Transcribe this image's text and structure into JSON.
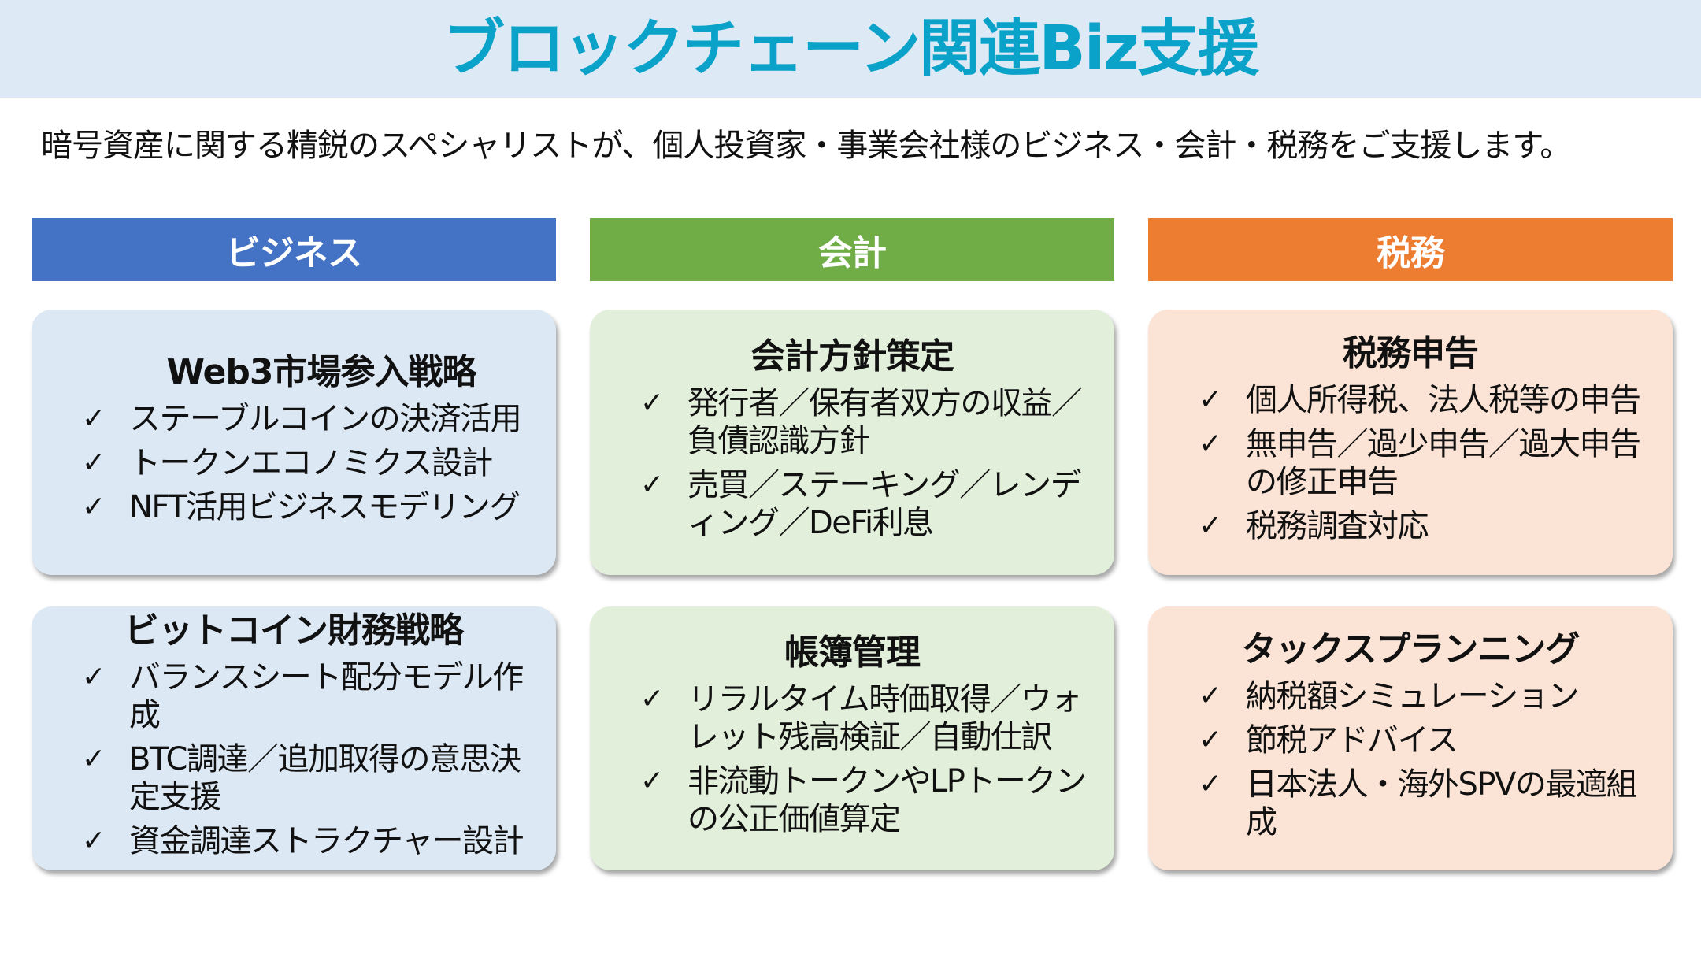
{
  "header": {
    "title": "ブロックチェーン関連Biz支援",
    "subtitle": "暗号資産に関する精鋭のスペシャリストが、個人投資家・事業会社様のビジネス・会計・税務をご支援します。"
  },
  "colors": {
    "title": "#0AA2C8",
    "title_band": "#DDEAF6",
    "business": "#4472C4",
    "accounting": "#70AD47",
    "tax": "#ED7D31",
    "business_card": "#DDE8F5",
    "accounting_card": "#E2EFDA",
    "tax_card": "#FBE4D6"
  },
  "check_icon": "✓",
  "columns": [
    {
      "label": "ビジネス",
      "cards": [
        {
          "title": "Web3市場参入戦略",
          "items": [
            "ステーブルコインの決済活用",
            "トークンエコノミクス設計",
            "NFT活用ビジネスモデリング"
          ]
        },
        {
          "title": "ビットコイン財務戦略",
          "items": [
            "バランスシート配分モデル作成",
            "BTC調達／追加取得の意思決定支援",
            "資金調達ストラクチャー設計"
          ]
        }
      ]
    },
    {
      "label": "会計",
      "cards": [
        {
          "title": "会計方針策定",
          "items": [
            "発行者／保有者双方の収益／負債認識方針",
            "売買／ステーキング／レンディング／DeFi利息"
          ]
        },
        {
          "title": "帳簿管理",
          "items": [
            "リラルタイム時価取得／ウォレット残高検証／自動仕訳",
            "非流動トークンやLPトークンの公正価値算定"
          ]
        }
      ]
    },
    {
      "label": "税務",
      "cards": [
        {
          "title": "税務申告",
          "items": [
            "個人所得税、法人税等の申告",
            "無申告／過少申告／過大申告の修正申告",
            "税務調査対応"
          ]
        },
        {
          "title": "タックスプランニング",
          "items": [
            "納税額シミュレーション",
            "節税アドバイス",
            "日本法人・海外SPVの最適組成"
          ]
        }
      ]
    }
  ]
}
